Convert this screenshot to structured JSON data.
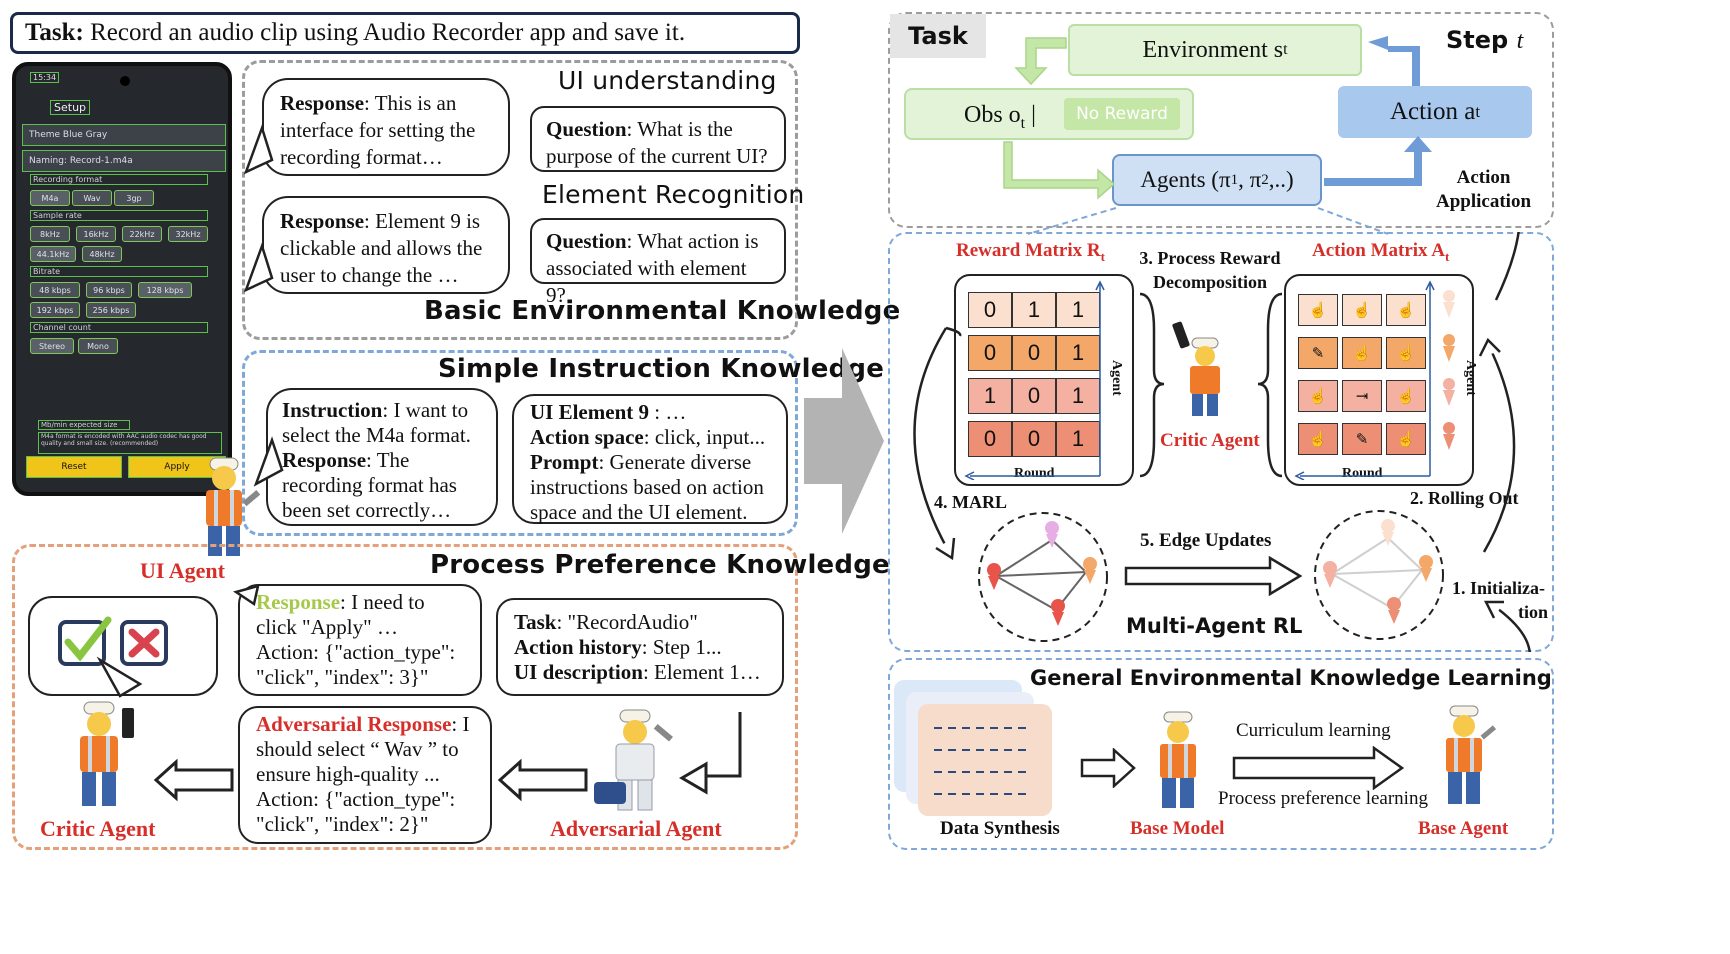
{
  "left": {
    "task_prefix": "Task:",
    "task_text": "Record an audio clip using Audio Recorder app and save it.",
    "ui_understanding": {
      "title": "UI understanding",
      "response_label": "Response",
      "response_text": ": This is an interface for setting the recording format…",
      "question_label": "Question",
      "question_text": ": What is the purpose of the current UI?"
    },
    "element_recognition": {
      "title": "Element Recognition",
      "response_label": "Response",
      "response_text": ": Element 9 is clickable and allows the user to change the …",
      "question_label": "Question",
      "question_text": ": What action is associated with element 9?"
    },
    "basic_knowledge_title": "Basic Environmental Knowledge",
    "simple_instruction": {
      "title": "Simple Instruction Knowledge",
      "instruction_label": "Instruction",
      "instruction_text": ": I want to select the M4a format.",
      "response_label": "Response",
      "response_text": ": The recording format has been set correctly…",
      "element_label": "UI Element 9",
      "element_text": " : …",
      "action_label": "Action space",
      "action_text": ": click, input...",
      "prompt_label": "Prompt",
      "prompt_text": ": Generate diverse instructions based on action space and the UI element."
    },
    "process_preference": {
      "title": "Process Preference Knowledge",
      "response_label": "Response",
      "response_text": ": I need to click \"Apply\" … Action: {\"action_type\": \"click\", \"index\": 3}\"",
      "task_label": "Task",
      "task_text": ": \"RecordAudio\"",
      "history_label": "Action history",
      "history_text": ": Step 1...",
      "ui_desc_label": "UI description",
      "ui_desc_text": ": Element 1…",
      "adv_label": "Adversarial Response",
      "adv_text": ": I should select “ Wav ” to ensure high-quality ... Action: {\"action_type\": \"click\", \"index\": 2}\""
    },
    "ui_agent": "UI Agent",
    "critic_agent": "Critic Agent",
    "adversarial_agent": "Adversarial Agent",
    "phone": {
      "status": "15:34",
      "setup": "Setup",
      "theme": "Theme Blue Gray",
      "naming": "Naming: Record-1.m4a",
      "recording_format": "Recording format",
      "formats": [
        "M4a",
        "Wav",
        "3gp"
      ],
      "sample_rate": "Sample rate",
      "rates": [
        "8kHz",
        "16kHz",
        "22kHz",
        "32kHz",
        "44.1kHz",
        "48kHz"
      ],
      "bitrate": "Bitrate",
      "bitrates": [
        "48 kbps",
        "96 kbps",
        "128 kbps",
        "192 kbps",
        "256 kbps"
      ],
      "channel": "Channel count",
      "channels": [
        "Stereo",
        "Mono"
      ],
      "size_note": "Mb/min expected size",
      "format_note": "M4a format is encoded with AAC audio codec has good quality and small size. (recommended)",
      "reset": "Reset",
      "apply": "Apply"
    }
  },
  "right": {
    "task": "Task",
    "step": "Step",
    "step_var": "t",
    "environment": "Environment s",
    "environment_sub": "t",
    "obs": "Obs o",
    "obs_sub": "t",
    "obs_sep": "|",
    "no_reward": "No Reward",
    "action": "Action a",
    "action_sub": "t",
    "agents": "Agents (π",
    "agents_tail": ", π",
    "agents_end": ",..)",
    "action_application": [
      "Action",
      "Application"
    ],
    "reward_matrix": "Reward Matrix R",
    "reward_sub": "t",
    "action_matrix": "Action Matrix A",
    "action_msub": "t",
    "process_reward": [
      "3. Process Reward",
      "Decomposition"
    ],
    "reward_rows": [
      [
        "0",
        "1",
        "1"
      ],
      [
        "0",
        "0",
        "1"
      ],
      [
        "1",
        "0",
        "1"
      ],
      [
        "0",
        "0",
        "1"
      ]
    ],
    "agent_axis": "Agent",
    "round_axis": "Round",
    "critic_agent": "Critic Agent",
    "marl": "4. MARL",
    "edge_updates": "5. Edge Updates",
    "rolling_out": "2. Rolling Out",
    "initialization": [
      "1. Initializa-",
      "tion"
    ],
    "multi_agent_rl": "Multi-Agent RL",
    "general_title": "General Environmental Knowledge Learning",
    "curriculum": "Curriculum learning",
    "process_pref": "Process preference learning",
    "data_synthesis": "Data Synthesis",
    "base_model": "Base Model",
    "base_agent": "Base Agent"
  },
  "colors": {
    "red_label": "#d62f2a",
    "green_label": "#a6c94a",
    "env_green": "#dff2d4",
    "action_blue": "#a9c8ee",
    "agents_blue": "#cfe0f5",
    "matrix_light": "#fbe0cf",
    "matrix_mid": "#f3a86a",
    "matrix_pink": "#f4b0a0",
    "matrix_red": "#ec8f74"
  }
}
